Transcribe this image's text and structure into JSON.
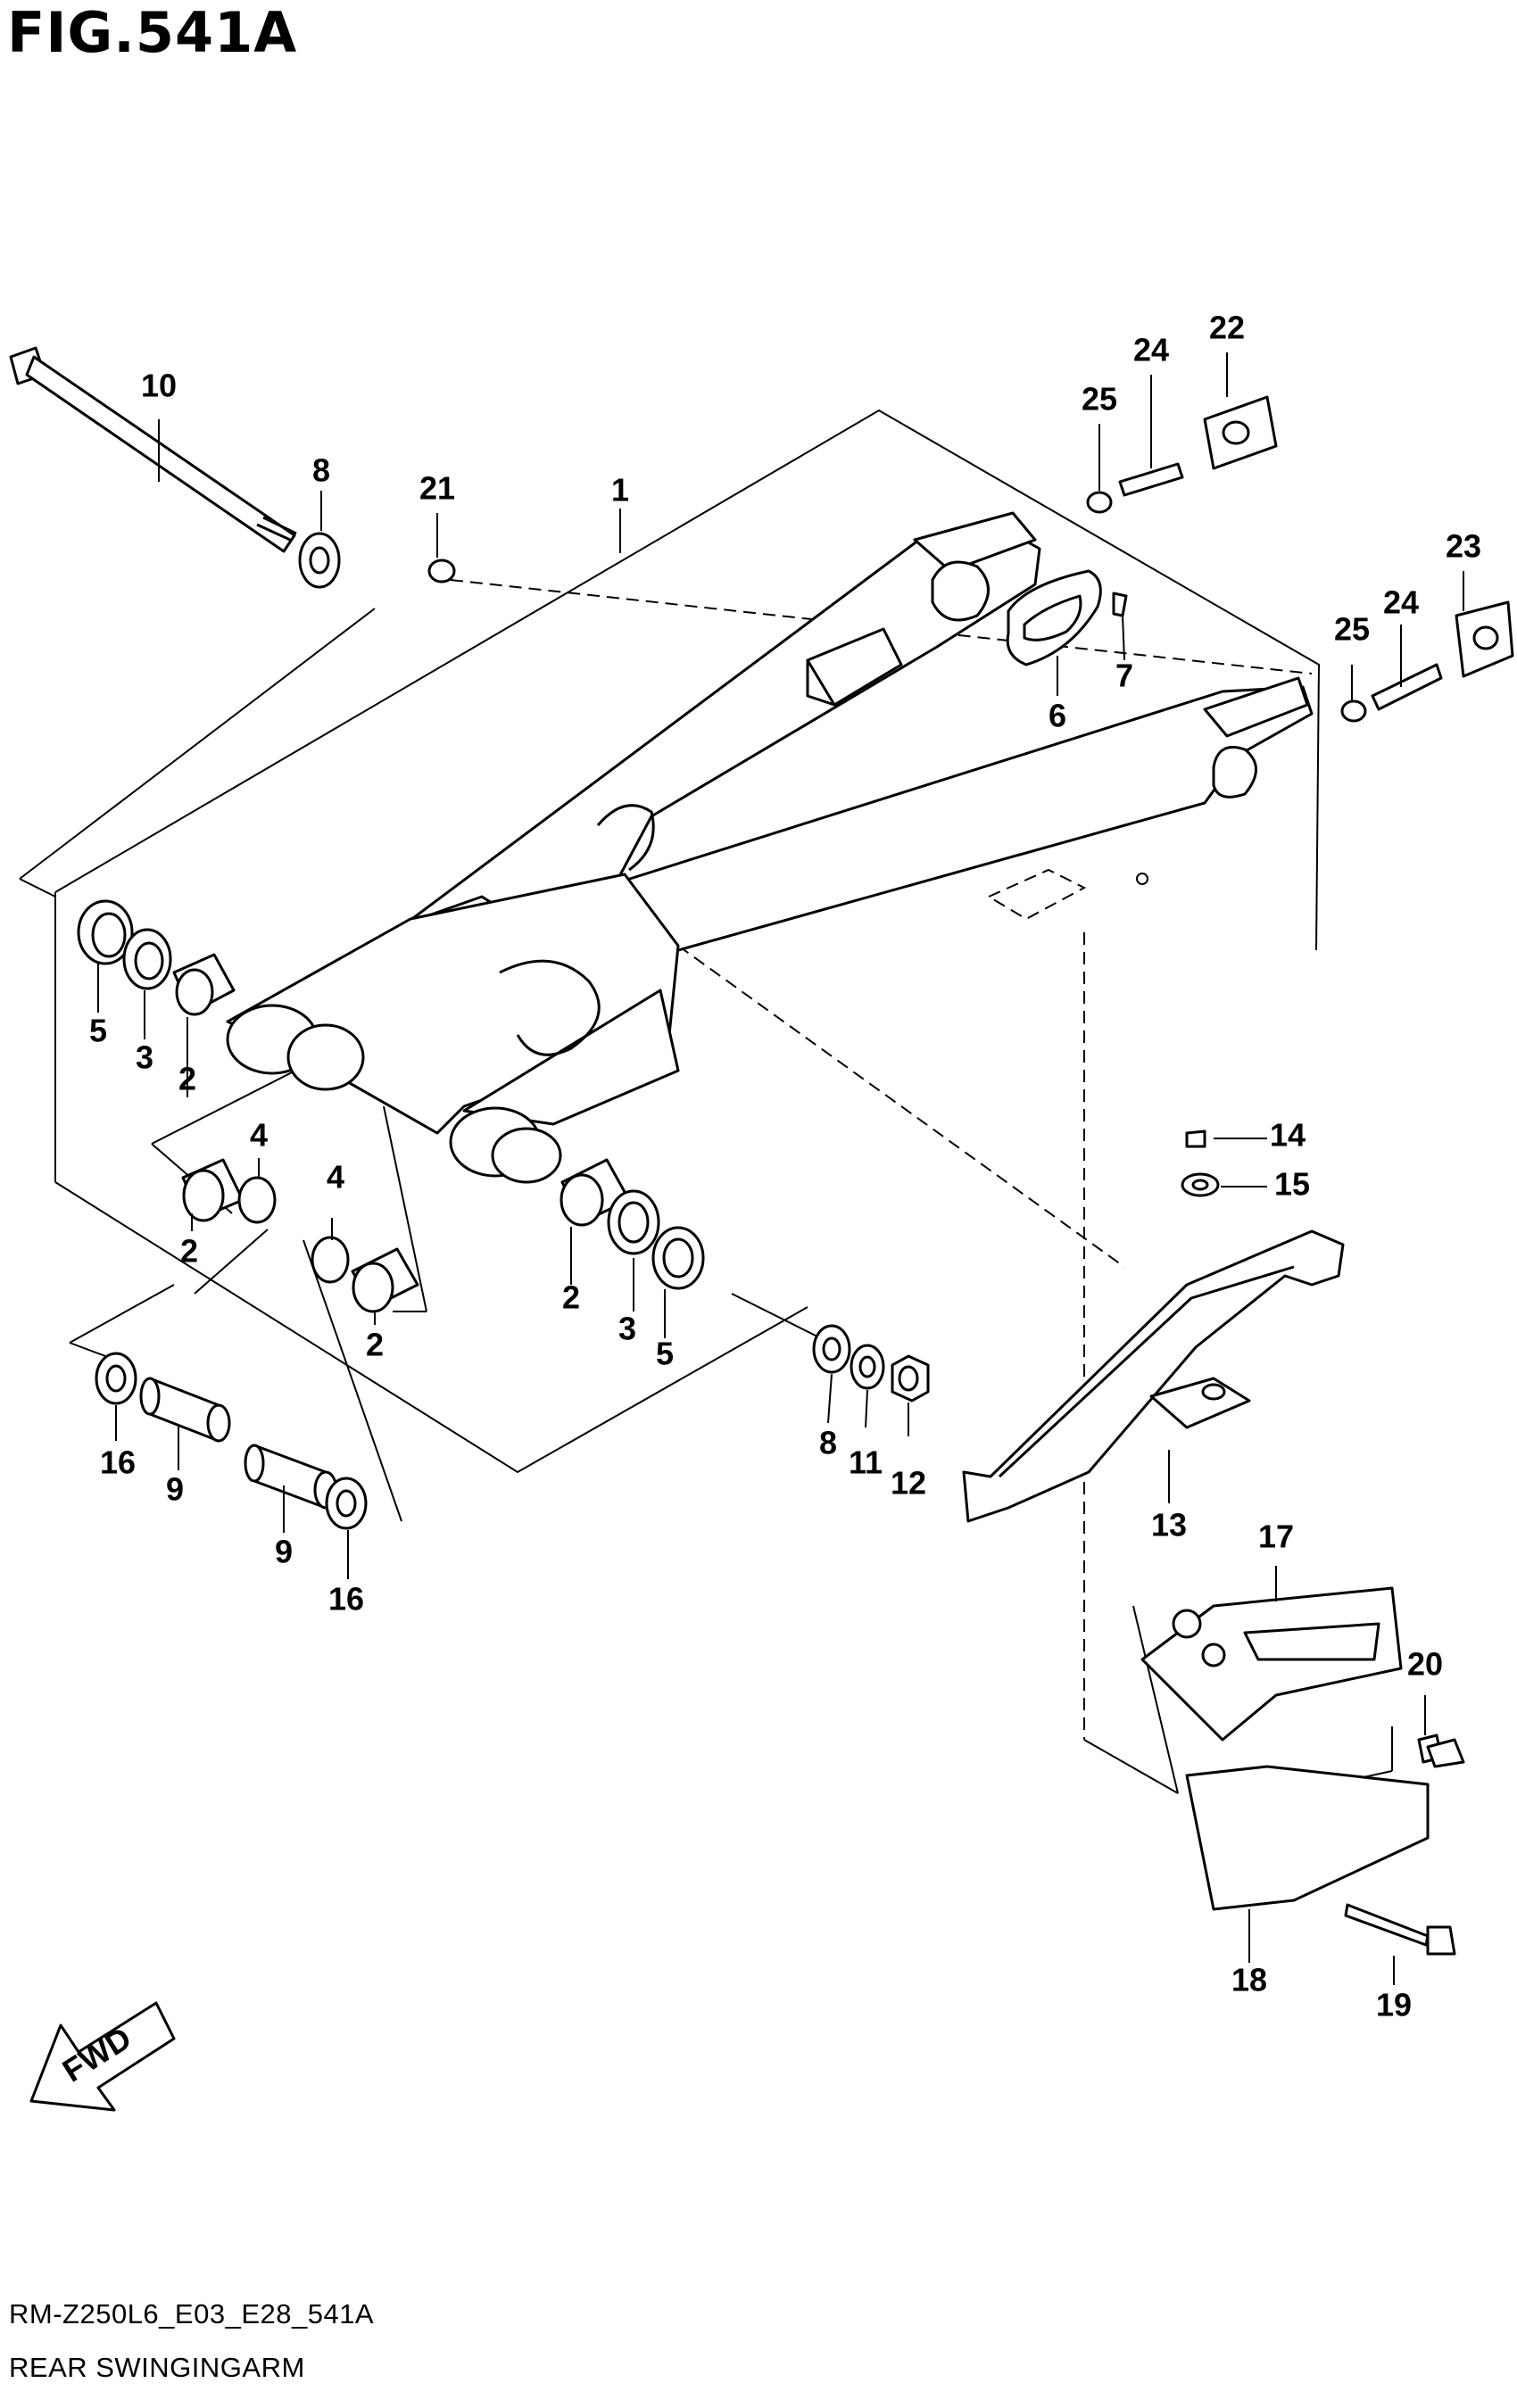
{
  "figure": {
    "title": "FIG.541A"
  },
  "footer": {
    "model_code": "RM-Z250L6_E03_E28_541A",
    "diagram_name": "REAR SWINGINGARM"
  },
  "fwd_label": "FWD",
  "callouts": [
    {
      "id": "c-1",
      "label": "1"
    },
    {
      "id": "c-2a",
      "label": "2"
    },
    {
      "id": "c-2b",
      "label": "2"
    },
    {
      "id": "c-2c",
      "label": "2"
    },
    {
      "id": "c-2d",
      "label": "2"
    },
    {
      "id": "c-3a",
      "label": "3"
    },
    {
      "id": "c-3b",
      "label": "3"
    },
    {
      "id": "c-4a",
      "label": "4"
    },
    {
      "id": "c-4b",
      "label": "4"
    },
    {
      "id": "c-5a",
      "label": "5"
    },
    {
      "id": "c-5b",
      "label": "5"
    },
    {
      "id": "c-6",
      "label": "6"
    },
    {
      "id": "c-7",
      "label": "7"
    },
    {
      "id": "c-8a",
      "label": "8"
    },
    {
      "id": "c-8b",
      "label": "8"
    },
    {
      "id": "c-9a",
      "label": "9"
    },
    {
      "id": "c-9b",
      "label": "9"
    },
    {
      "id": "c-10",
      "label": "10"
    },
    {
      "id": "c-11",
      "label": "11"
    },
    {
      "id": "c-12",
      "label": "12"
    },
    {
      "id": "c-13",
      "label": "13"
    },
    {
      "id": "c-14",
      "label": "14"
    },
    {
      "id": "c-15",
      "label": "15"
    },
    {
      "id": "c-16a",
      "label": "16"
    },
    {
      "id": "c-16b",
      "label": "16"
    },
    {
      "id": "c-17",
      "label": "17"
    },
    {
      "id": "c-18",
      "label": "18"
    },
    {
      "id": "c-19",
      "label": "19"
    },
    {
      "id": "c-20",
      "label": "20"
    },
    {
      "id": "c-21",
      "label": "21"
    },
    {
      "id": "c-22",
      "label": "22"
    },
    {
      "id": "c-23",
      "label": "23"
    },
    {
      "id": "c-24a",
      "label": "24"
    },
    {
      "id": "c-24b",
      "label": "24"
    },
    {
      "id": "c-25a",
      "label": "25"
    },
    {
      "id": "c-25b",
      "label": "25"
    }
  ]
}
